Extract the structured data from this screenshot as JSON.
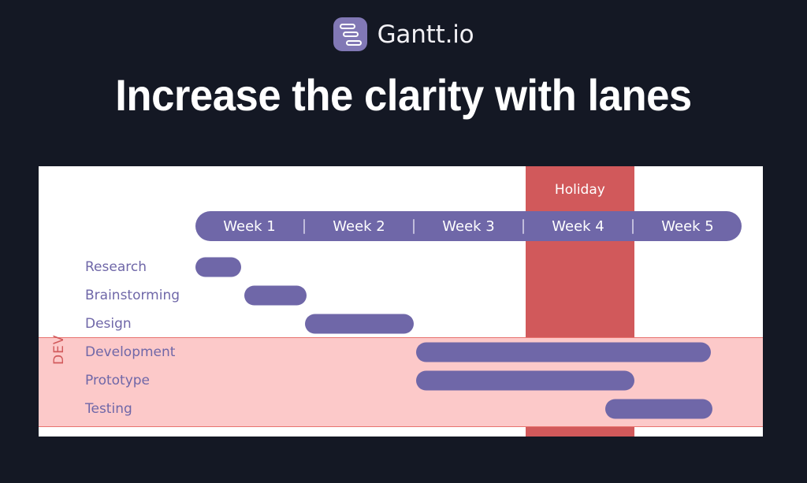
{
  "brand": {
    "name": "Gantt.io",
    "icon": "gantt-logo-icon"
  },
  "headline": "Increase the clarity with lanes",
  "colors": {
    "background": "#141824",
    "card": "#ffffff",
    "bar": "#6f67a8",
    "accent_red": "#d1595b",
    "lane_pink": "#fcc9c9",
    "lane_border": "#e8736f",
    "label_text": "#6f67a8"
  },
  "chart_data": {
    "type": "bar",
    "subtype": "gantt",
    "title": "Increase the clarity with lanes",
    "xlabel": "",
    "ylabel": "",
    "grid": false,
    "legend": "none",
    "axis": {
      "unit": "week",
      "ticks": [
        "Week 1",
        "Week 2",
        "Week 3",
        "Week 4",
        "Week 5"
      ],
      "range_weeks": [
        0,
        5
      ]
    },
    "categories": [
      "Research",
      "Brainstorming",
      "Design",
      "Development",
      "Prototype",
      "Testing"
    ],
    "tasks": [
      {
        "name": "Research",
        "start_week": 0.0,
        "end_week": 0.42,
        "lane": ""
      },
      {
        "name": "Brainstorming",
        "start_week": 0.45,
        "end_week": 1.02,
        "lane": ""
      },
      {
        "name": "Design",
        "start_week": 1.0,
        "end_week": 2.0,
        "lane": ""
      },
      {
        "name": "Development",
        "start_week": 2.02,
        "end_week": 4.72,
        "lane": "DEV"
      },
      {
        "name": "Prototype",
        "start_week": 2.02,
        "end_week": 4.02,
        "lane": "DEV"
      },
      {
        "name": "Testing",
        "start_week": 3.75,
        "end_week": 4.73,
        "lane": "DEV"
      }
    ],
    "annotations": [
      {
        "label": "Holiday",
        "type": "span",
        "start_week": 3.02,
        "end_week": 4.02,
        "color": "#d1595b"
      }
    ],
    "lanes": [
      {
        "label": "DEV",
        "rows": [
          "Development",
          "Prototype",
          "Testing"
        ],
        "color": "#fcc9c9"
      }
    ]
  },
  "weekbar": {
    "weeks": [
      "Week 1",
      "Week 2",
      "Week 3",
      "Week 4",
      "Week 5"
    ],
    "divider": "|"
  },
  "holiday": {
    "label": "Holiday"
  },
  "lane": {
    "label": "DEV"
  },
  "rows": [
    {
      "label": "Research"
    },
    {
      "label": "Brainstorming"
    },
    {
      "label": "Design"
    },
    {
      "label": "Development"
    },
    {
      "label": "Prototype"
    },
    {
      "label": "Testing"
    }
  ]
}
